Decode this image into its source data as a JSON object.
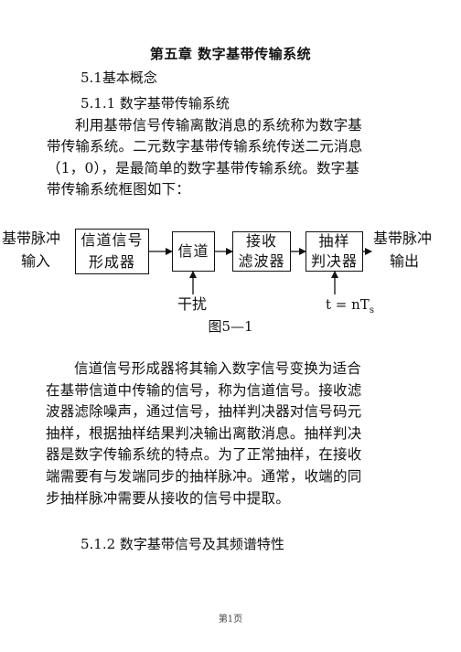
{
  "chapter_title": "第五章 数字基带传输系统",
  "section_5_1": "5.1基本概念",
  "section_5_1_1": "5.1.1 数字基带传输系统",
  "intro_lines": [
    "利用基带信号传输离散消息的系统称为数字基",
    "带传输系统。二元数字基带传输系统传送二元消息",
    "（1，0），是最简单的数字基带传输系统。数字基",
    "带传输系统框图如下："
  ],
  "diagram": {
    "input_label": [
      "基带脉冲",
      "输入"
    ],
    "box_signal_former": [
      "信道信号",
      "形成器"
    ],
    "box_channel": "信道",
    "box_receive_filter": [
      "接收",
      "滤波器"
    ],
    "box_sampler": [
      "抽样",
      "判决器"
    ],
    "output_label": [
      "基带脉冲",
      "输出"
    ],
    "interference_label": "干扰",
    "sampling_label": "t = nT",
    "sampling_subscript": "s"
  },
  "figure_caption": "图5—1",
  "body_lines": [
    "信道信号形成器将其输入数字信号变换为适合",
    "在基带信道中传输的信号，称为信道信号。接收滤",
    "波器滤除噪声，通过信号，抽样判决器对信号码元",
    "抽样，根据抽样结果判决输出离散消息。抽样判决",
    "器是数字传输系统的特点。为了正常抽样，在接收",
    "端需要有与发端同步的抽样脉冲。通常，收端的同",
    "步抽样脉冲需要从接收的信号中提取。"
  ],
  "section_5_1_2": "5.1.2 数字基带信号及其频谱特性",
  "footer": "第1页"
}
